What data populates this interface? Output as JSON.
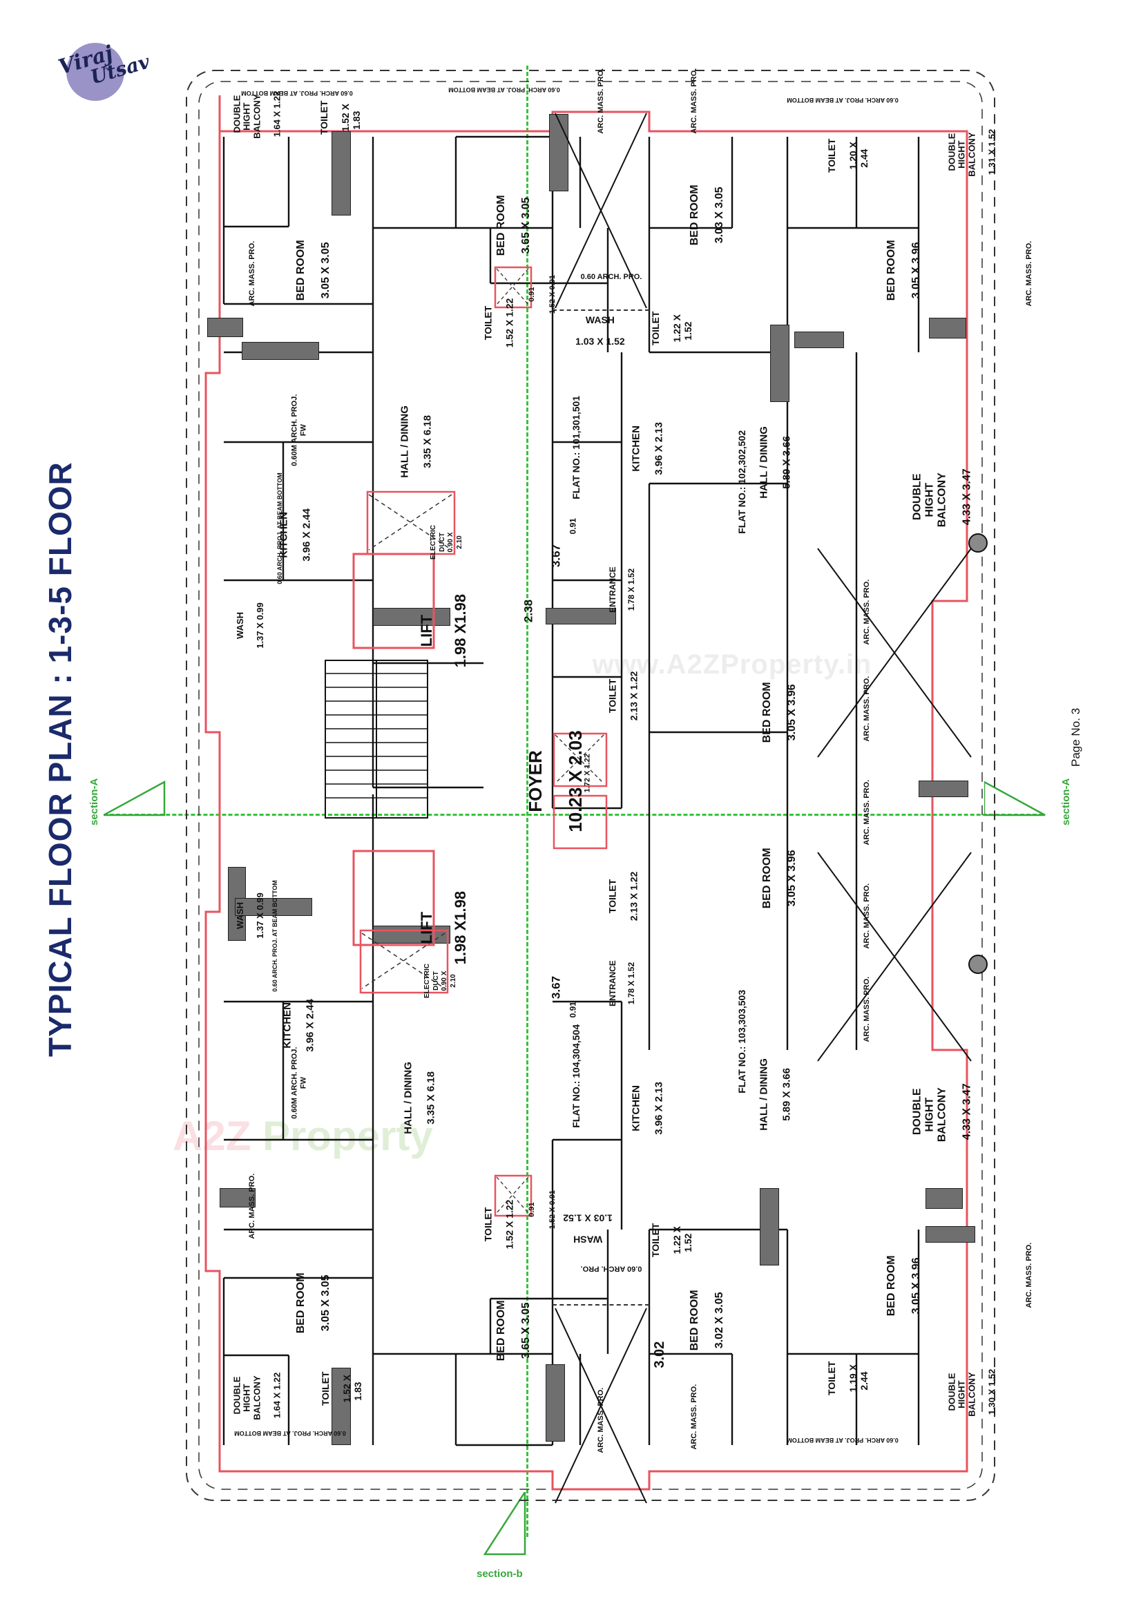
{
  "document": {
    "title": "TYPICAL FLOOR PLAN : 1-3-5 FLOOR",
    "page_number": "Page No. 3",
    "watermark_main": "www.A2ZProperty.in",
    "watermark_a": "A2Z",
    "watermark_property": "Property"
  },
  "logo": {
    "brand_line1": "Viraj",
    "brand_line2": "Utsav",
    "trademark": "™"
  },
  "sections": {
    "section_a_left": "section-A",
    "section_a_right": "section-A",
    "section_b_bottom": "section-b"
  },
  "flat_numbers": [
    {
      "id": "flat-101",
      "label": "FLAT NO.: 101,301,501"
    },
    {
      "id": "flat-102",
      "label": "FLAT NO.: 102,302,502"
    },
    {
      "id": "flat-103",
      "label": "FLAT NO.: 103,303,503"
    },
    {
      "id": "flat-104",
      "label": "FLAT NO.: 104,304,504"
    }
  ],
  "core": {
    "foyer_name": "FOYER",
    "foyer_dim": "10.23 X 2.03",
    "lift_top_name": "LIFT",
    "lift_top_dim": "1.98 X1.98",
    "lift_bottom_name": "LIFT",
    "lift_bottom_dim": "1.98 X1.98",
    "duct_top": "ELECTRIC\nDUCT\n0.90 X\n2.10",
    "duct_bottom": "ELECTRIC\nDUCT\n0.90 X\n2.10",
    "dim_238": "2.38",
    "dim_367_top": "3.67",
    "dim_367_bottom": "3.67",
    "dim_091_top": "0.91",
    "dim_091_bottom": "0.91",
    "dim_302": "3.02"
  },
  "rooms": [
    {
      "id": "tl-balcony",
      "name": "DOUBLE\nHIGHT\nBALCONY",
      "dim": "1.64 X 1.22"
    },
    {
      "id": "tl-toilet",
      "name": "TOILET",
      "dim": "1.52 X\n1.83"
    },
    {
      "id": "tl-bedroom",
      "name": "BED ROOM",
      "dim": "3.05 X 3.05"
    },
    {
      "id": "tl-kitchen",
      "name": "KITCHEN",
      "dim": "3.96 X 2.44"
    },
    {
      "id": "tl-wash",
      "name": "WASH",
      "dim": "1.37 X 0.99"
    },
    {
      "id": "tl-hall",
      "name": "HALL / DINING",
      "dim": "3.35 X 6.18"
    },
    {
      "id": "tm-bedroom",
      "name": "BED ROOM",
      "dim": "3.65 X 3.05"
    },
    {
      "id": "tm-toilet",
      "name": "TOILET",
      "dim": "1.52 X 1.22"
    },
    {
      "id": "tm-wash",
      "name": "WASH",
      "dim": "1.03 X 1.52"
    },
    {
      "id": "tm-toilet2",
      "name": "TOILET",
      "dim": "1.22 X\n1.52"
    },
    {
      "id": "tr-bedroom",
      "name": "BED ROOM",
      "dim": "3.03 X 3.05"
    },
    {
      "id": "tr-toilet",
      "name": "TOILET",
      "dim": "1.20 X\n2.44"
    },
    {
      "id": "tr-balcony",
      "name": "DOUBLE\nHIGHT\nBALCONY",
      "dim": "1.31 X 1.52"
    },
    {
      "id": "tr-bedroom2",
      "name": "BED ROOM",
      "dim": "3.05 X 3.96"
    },
    {
      "id": "tr-dhbalcony",
      "name": "DOUBLE\nHIGHT\nBALCONY",
      "dim": "4.33 X 3.47"
    },
    {
      "id": "tc-kitchen",
      "name": "KITCHEN",
      "dim": "3.96 X 2.13"
    },
    {
      "id": "tc-hall",
      "name": "HALL / DINING",
      "dim": "5.89 X 3.66"
    },
    {
      "id": "tc-entrance",
      "name": "ENTRANCE",
      "dim": "1.78 X 1.52"
    },
    {
      "id": "mc-toilet",
      "name": "TOILET",
      "dim": "2.13 X 1.22"
    },
    {
      "id": "mc-bedroom",
      "name": "BED ROOM",
      "dim": "3.05 X 3.96"
    },
    {
      "id": "mc-toilet-s",
      "name": "TOILET",
      "dim": "1.72 X 1.22"
    },
    {
      "id": "bc-toilet",
      "name": "TOILET",
      "dim": "2.13 X 1.22"
    },
    {
      "id": "bc-bedroom",
      "name": "BED ROOM",
      "dim": "3.05 X 3.96"
    },
    {
      "id": "br-dhbalcony",
      "name": "DOUBLE\nHIGHT\nBALCONY",
      "dim": "4.33 X 3.47"
    },
    {
      "id": "bl-wash",
      "name": "WASH",
      "dim": "1.37 X 0.99"
    },
    {
      "id": "bl-kitchen",
      "name": "KITCHEN",
      "dim": "3.96 X 2.44"
    },
    {
      "id": "bl-hall",
      "name": "HALL / DINING",
      "dim": "3.35 X 6.18"
    },
    {
      "id": "bl-bedroom",
      "name": "BED ROOM",
      "dim": "3.05 X 3.05"
    },
    {
      "id": "bl-balcony",
      "name": "DOUBLE\nHIGHT\nBALCONY",
      "dim": "1.64 X 1.22"
    },
    {
      "id": "bl-toilet",
      "name": "TOILET",
      "dim": "1.52 X\n1.83"
    },
    {
      "id": "bm-bedroom",
      "name": "BED ROOM",
      "dim": "3.65 X 3.05"
    },
    {
      "id": "bm-toilet",
      "name": "TOILET",
      "dim": "1.52 X 1.22"
    },
    {
      "id": "bm-wash",
      "name": "WASH",
      "dim": "1.03 X 1.52"
    },
    {
      "id": "bm-toilet2",
      "name": "TOILET",
      "dim": "1.22 X\n1.52"
    },
    {
      "id": "bmr-bedroom",
      "name": "BED ROOM",
      "dim": "3.02 X 3.05"
    },
    {
      "id": "bmr-toilet",
      "name": "TOILET",
      "dim": "1.19 X\n2.44"
    },
    {
      "id": "br-balcony",
      "name": "DOUBLE\nHIGHT\nBALCONY",
      "dim": "1.30 X 1.52"
    },
    {
      "id": "br-bedroom",
      "name": "BED ROOM",
      "dim": "3.05 X 3.96"
    },
    {
      "id": "bc-kitchen",
      "name": "KITCHEN",
      "dim": "3.96 X 2.13"
    },
    {
      "id": "bc-hall",
      "name": "HALL / DINING",
      "dim": "5.89 X 3.66"
    },
    {
      "id": "bc-entrance",
      "name": "ENTRANCE",
      "dim": "1.78 X 1.52"
    }
  ],
  "notes": {
    "arch_proj_060": "0.60 ARCH. PROJ. AT BEAM BOTTOM",
    "arch_pro_060": "0.60 ARCH. PRO.",
    "arc_mass_pro": "ARC. MASS. PRO.",
    "arch_proj_060m_fw": "0.60M ARCH. PROJ.\nFW"
  },
  "colors": {
    "title": "#1b2a6b",
    "section_green": "#35a83a",
    "red_line": "#e8535f",
    "wall_grey": "#6f6f6f",
    "logo_purple": "#9a93c7"
  }
}
